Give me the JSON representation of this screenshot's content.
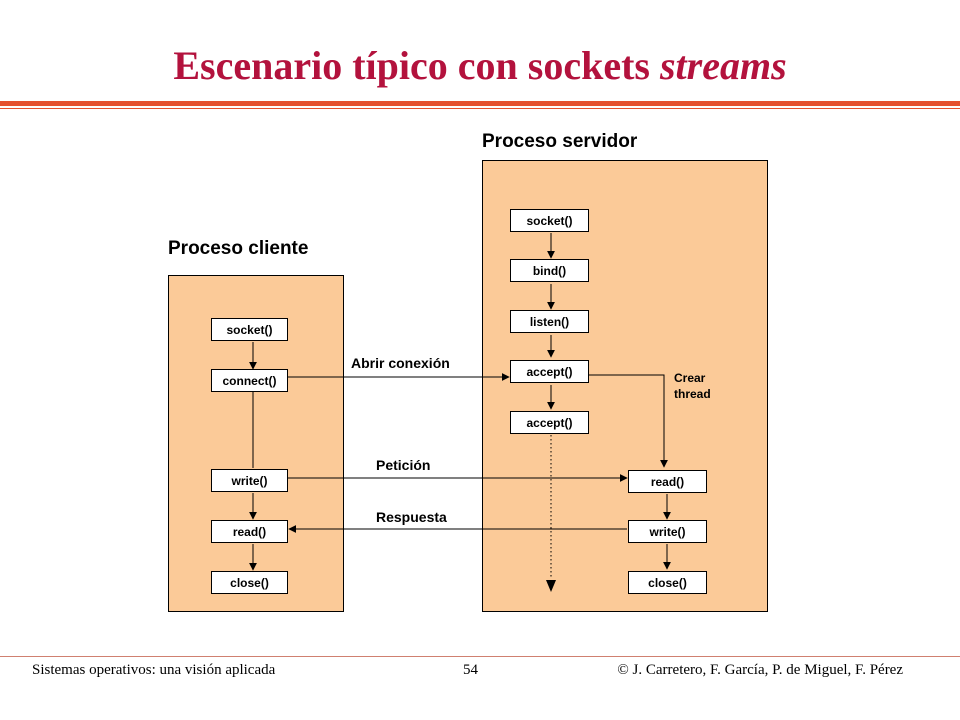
{
  "slide": {
    "title_main": "Escenario típico con sockets ",
    "title_italic": "streams"
  },
  "client": {
    "title": "Proceso cliente",
    "socket": "socket()",
    "connect": "connect()",
    "write": "write()",
    "read": "read()",
    "close": "close()"
  },
  "server": {
    "title": "Proceso servidor",
    "socket": "socket()",
    "bind": "bind()",
    "listen": "listen()",
    "accept1": "accept()",
    "accept2": "accept()",
    "read": "read()",
    "write": "write()",
    "close": "close()"
  },
  "labels": {
    "open_connection": "Abrir conexión",
    "request": "Petición",
    "response": "Respuesta",
    "create_thread_line1": "Crear",
    "create_thread_line2": "thread"
  },
  "footer": {
    "book": "Sistemas operativos: una visión aplicada",
    "page": "54",
    "authors": "© J. Carretero, F. García, P. de Miguel, F. Pérez"
  },
  "colors": {
    "title": "#b3123d",
    "rule": "#e5502e",
    "panel": "#fbca98"
  }
}
